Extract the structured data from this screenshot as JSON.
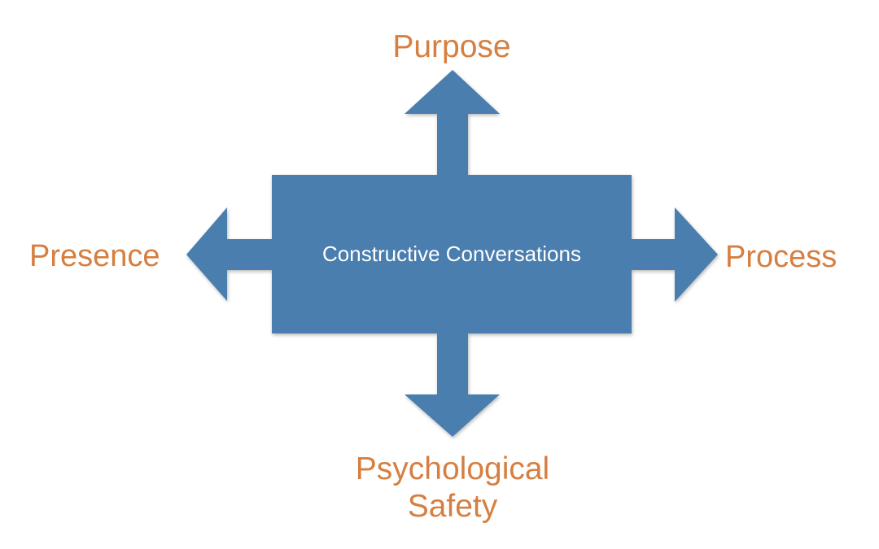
{
  "diagram": {
    "center": {
      "label": "Constructive Conversations"
    },
    "directions": {
      "top": {
        "label": "Purpose"
      },
      "left": {
        "label": "Presence"
      },
      "right": {
        "label": "Process"
      },
      "bottom": {
        "label_lines": [
          "Psychological",
          "Safety"
        ]
      }
    }
  },
  "colors": {
    "shape_fill": "#4a7eae",
    "label_text": "#d67f41",
    "center_text": "#ffffff"
  }
}
